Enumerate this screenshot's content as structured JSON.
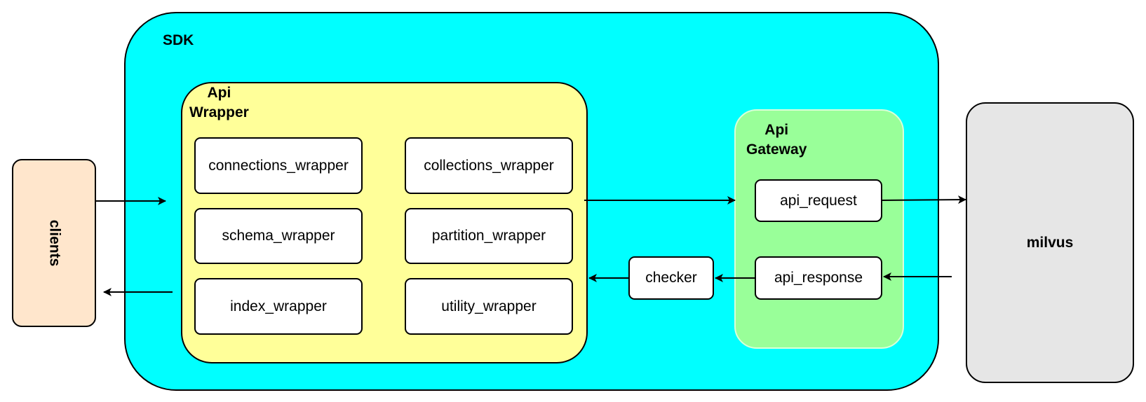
{
  "clients": {
    "label": "clients",
    "color": "#ffe6cc"
  },
  "sdk": {
    "label": "SDK",
    "color": "#00ffff"
  },
  "api_wrapper": {
    "title": "Api\nWrapper",
    "color": "#ffff99",
    "items": [
      "connections_wrapper",
      "collections_wrapper",
      "schema_wrapper",
      "partition_wrapper",
      "index_wrapper",
      "utility_wrapper"
    ]
  },
  "api_gateway": {
    "title": "Api\nGateway",
    "color": "#99ff99",
    "request": "api_request",
    "response": "api_response"
  },
  "checker": {
    "label": "checker"
  },
  "milvus": {
    "label": "milvus",
    "color": "#e6e6e6"
  },
  "edges": [
    {
      "from": "clients",
      "to": "api_wrapper"
    },
    {
      "from": "api_wrapper",
      "to": "clients"
    },
    {
      "from": "api_wrapper",
      "to": "api_request"
    },
    {
      "from": "api_request",
      "to": "milvus"
    },
    {
      "from": "milvus",
      "to": "api_response"
    },
    {
      "from": "api_response",
      "to": "checker"
    },
    {
      "from": "checker",
      "to": "api_wrapper"
    }
  ]
}
